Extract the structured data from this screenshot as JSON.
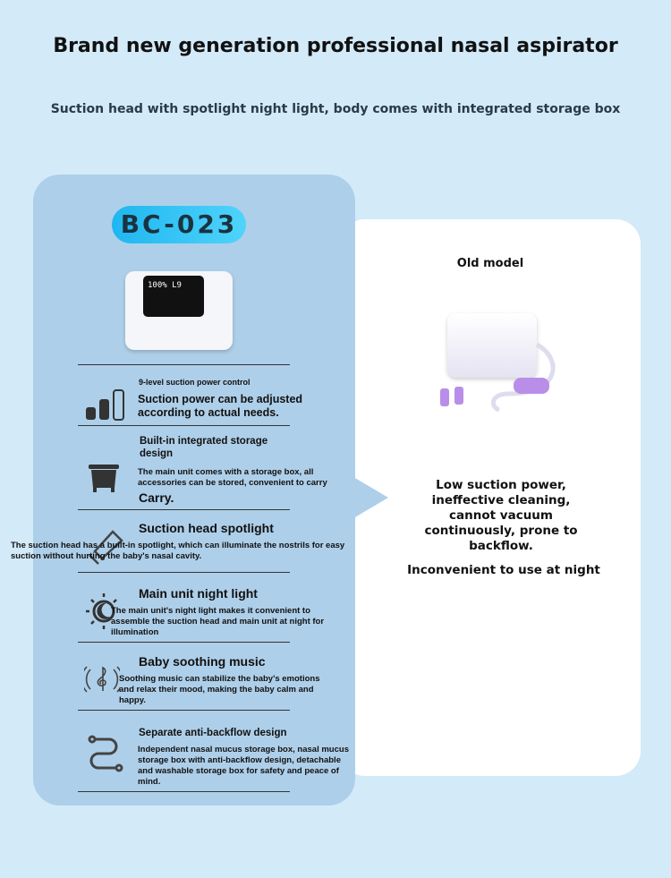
{
  "header": {
    "title": "Brand new generation professional nasal aspirator",
    "subtitle": "Suction head with spotlight night light, body comes with integrated storage box"
  },
  "new_model": {
    "label": "BC-023",
    "screen": "100% L9",
    "features": [
      {
        "icon": "signal-bars-icon",
        "heading": "9-level suction power control",
        "text": "Suction power can be adjusted according to actual needs."
      },
      {
        "icon": "storage-box-icon",
        "heading": "Built-in integrated storage design",
        "text": "The main unit comes with a storage box, all accessories can be stored, convenient to carry",
        "extra": "Carry."
      },
      {
        "icon": "spotlight-icon",
        "heading": "Suction head spotlight",
        "text": "The suction head has a built-in spotlight, which can illuminate the nostrils for easy suction without hurting the baby's nasal cavity."
      },
      {
        "icon": "moon-sun-icon",
        "heading": "Main unit night light",
        "text": "The main unit's night light makes it convenient to assemble the suction head and main unit at night for illumination"
      },
      {
        "icon": "music-note-icon",
        "heading": "Baby soothing music",
        "text": "Soothing music can stabilize the baby's emotions and relax their mood, making the baby calm and happy."
      },
      {
        "icon": "tube-icon",
        "heading": "Separate anti-backflow design",
        "text": "Independent nasal mucus storage box, nasal mucus storage box with anti-backflow design, detachable and washable storage box for safety and peace of mind."
      }
    ]
  },
  "old_model": {
    "label": "Old model",
    "drawback": "Low suction power, ineffective cleaning, cannot vacuum continuously, prone to backflow.",
    "night": "Inconvenient to use at night"
  }
}
